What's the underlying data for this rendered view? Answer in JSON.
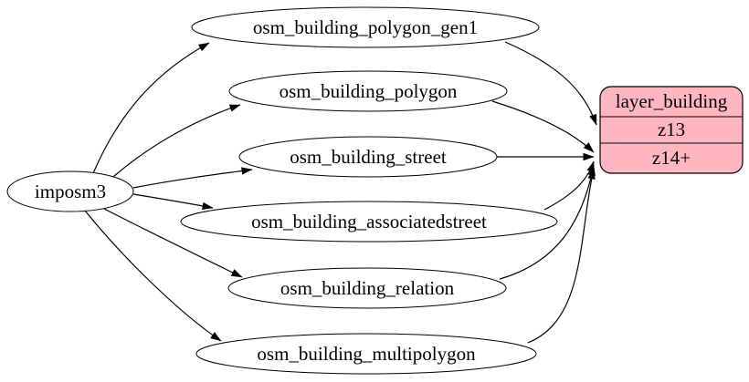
{
  "diagram": {
    "type": "graphviz-dependency-graph",
    "colors": {
      "background": "#ffffff",
      "node_fill": "#ffffff",
      "node_stroke": "#000000",
      "edge_color": "#000000",
      "record_fill": "#ffb6c1",
      "text_color": "#000000"
    },
    "source_node": {
      "label": "imposm3"
    },
    "table_nodes": [
      {
        "label": "osm_building_polygon_gen1"
      },
      {
        "label": "osm_building_polygon"
      },
      {
        "label": "osm_building_street"
      },
      {
        "label": "osm_building_associatedstreet"
      },
      {
        "label": "osm_building_relation"
      },
      {
        "label": "osm_building_multipolygon"
      }
    ],
    "layer_node": {
      "title": "layer_building",
      "rows": [
        "z13",
        "z14+"
      ]
    },
    "edges": [
      {
        "from": "imposm3",
        "to": "osm_building_polygon_gen1"
      },
      {
        "from": "imposm3",
        "to": "osm_building_polygon"
      },
      {
        "from": "imposm3",
        "to": "osm_building_street"
      },
      {
        "from": "imposm3",
        "to": "osm_building_associatedstreet"
      },
      {
        "from": "imposm3",
        "to": "osm_building_relation"
      },
      {
        "from": "imposm3",
        "to": "osm_building_multipolygon"
      },
      {
        "from": "osm_building_polygon_gen1",
        "to": "layer_building",
        "row": "z13"
      },
      {
        "from": "osm_building_polygon",
        "to": "layer_building",
        "row": "z14+"
      },
      {
        "from": "osm_building_street",
        "to": "layer_building",
        "row": "z14+"
      },
      {
        "from": "osm_building_associatedstreet",
        "to": "layer_building",
        "row": "z14+"
      },
      {
        "from": "osm_building_relation",
        "to": "layer_building",
        "row": "z14+"
      },
      {
        "from": "osm_building_multipolygon",
        "to": "layer_building",
        "row": "z14+"
      }
    ]
  }
}
